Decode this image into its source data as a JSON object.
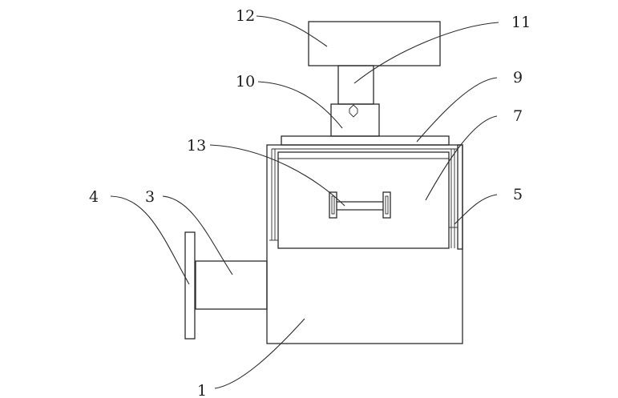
{
  "diagram": {
    "labels": {
      "l1": "1",
      "l3": "3",
      "l4": "4",
      "l5": "5",
      "l7": "7",
      "l9": "9",
      "l10": "10",
      "l11": "11",
      "l12": "12",
      "l13": "13"
    },
    "colors": {
      "line": "#2b2b2b",
      "text": "#1e1e1e",
      "background": "#ffffff"
    }
  }
}
